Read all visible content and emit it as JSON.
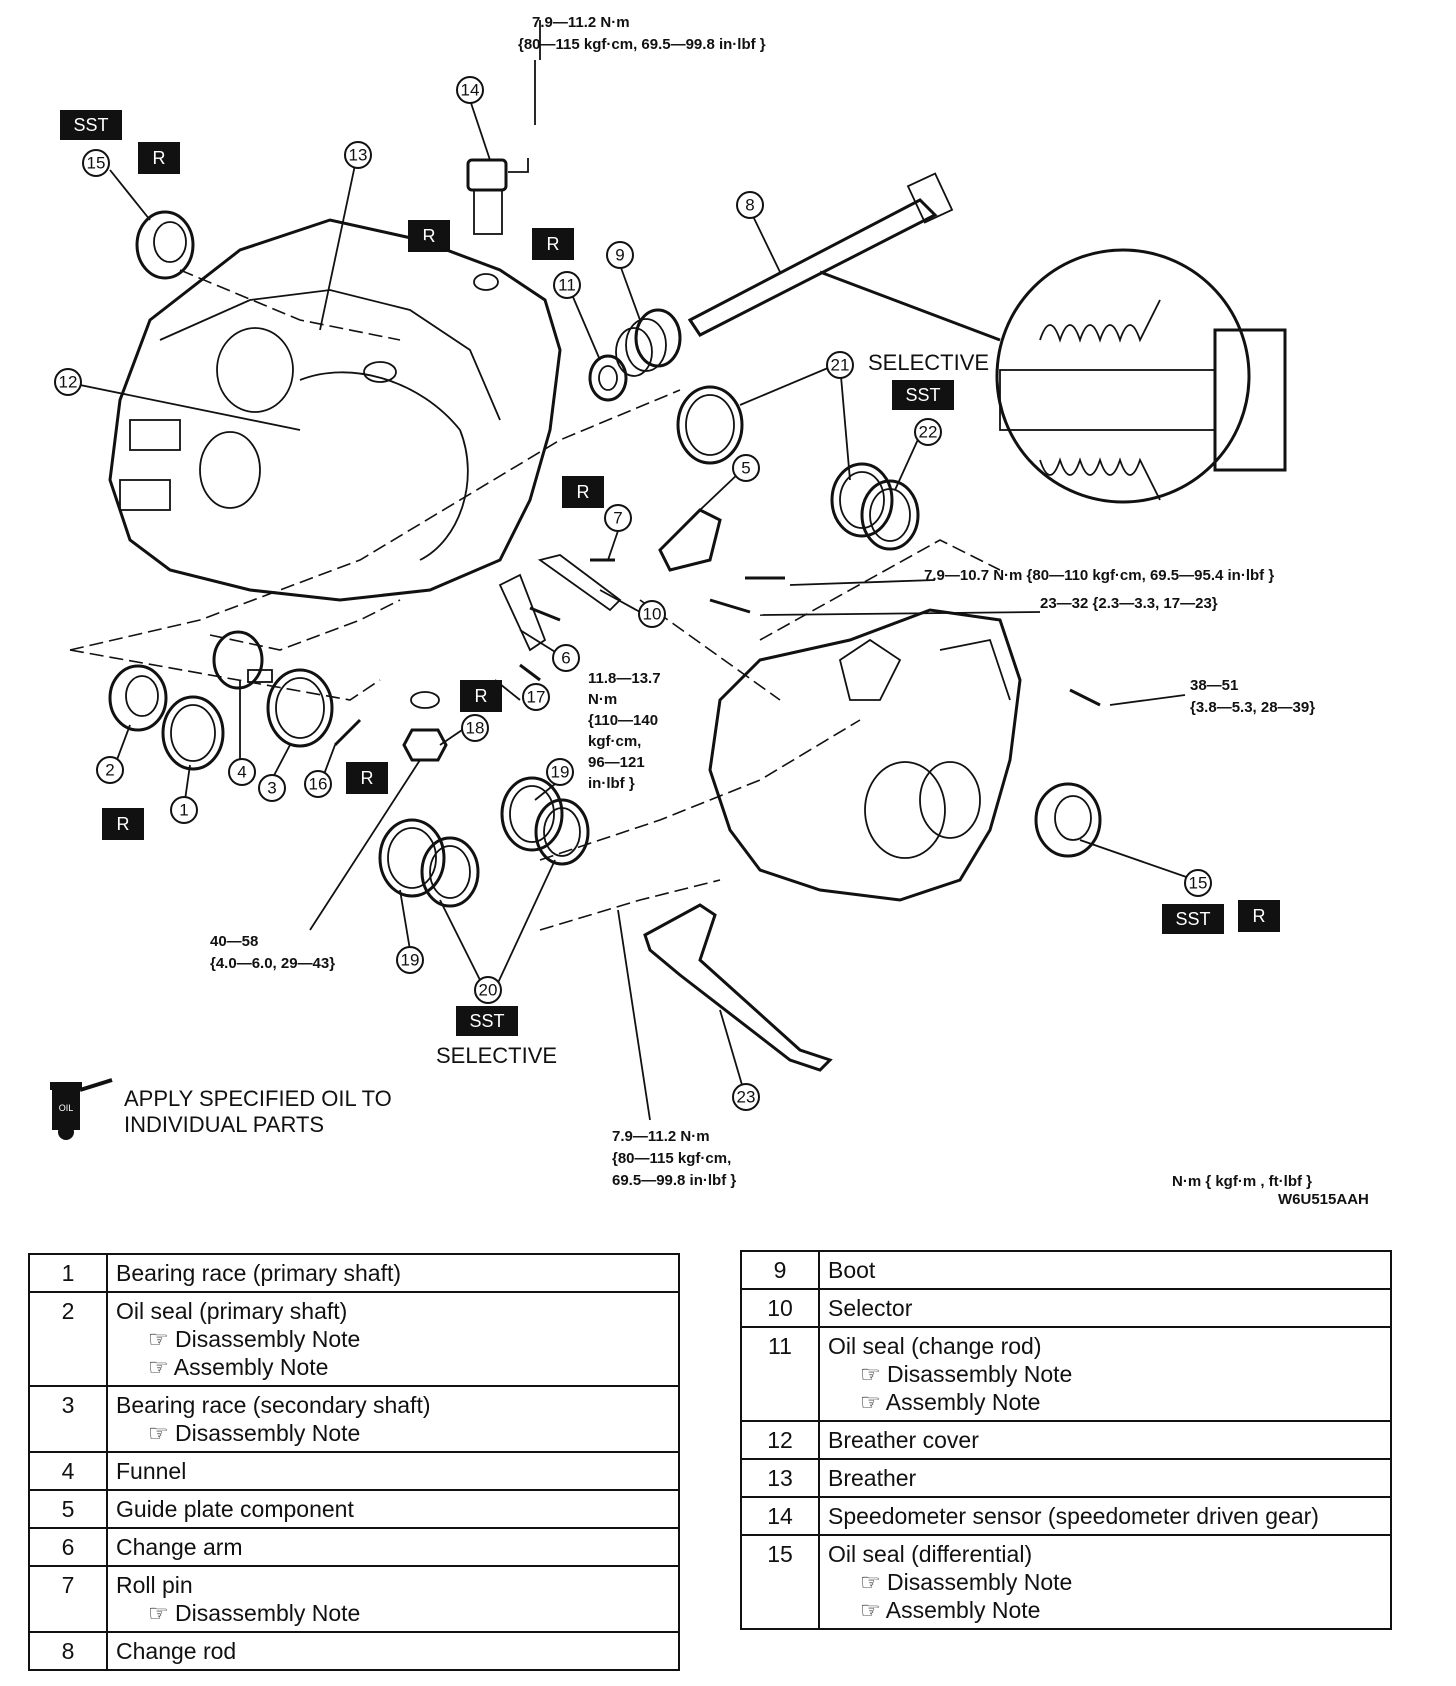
{
  "torques": {
    "top": [
      "7.9—11.2 N·m",
      "{80—115 kgf·cm, 69.5—99.8 in·lbf }"
    ],
    "guide_plate": "7.9—10.7 N·m {80—110 kgf·cm, 69.5—95.4 in·lbf }",
    "mid": "23—32 {2.3—3.3, 17—23}",
    "right": [
      "38—51",
      "{3.8—5.3, 28—39}"
    ],
    "change_arm": [
      "11.8—13.7",
      "N·m",
      "{110—140",
      "kgf·cm,",
      "96—121",
      "in·lbf }"
    ],
    "plug": [
      "40—58",
      "{4.0—6.0, 29—43}"
    ],
    "bottom": [
      "7.9—11.2 N·m",
      "{80—115 kgf·cm,",
      "69.5—99.8 in·lbf }"
    ]
  },
  "labels": {
    "selective_top": "SELECTIVE",
    "selective_bottom": "SELECTIVE",
    "sst": "SST",
    "r": "R",
    "oil_note": [
      "APPLY SPECIFIED OIL TO",
      "INDIVIDUAL PARTS"
    ],
    "oil_icon_text": "OIL",
    "units": "N·m { kgf·m , ft·lbf }",
    "figure_code": "W6U515AAH"
  },
  "callouts": [
    "1",
    "2",
    "3",
    "4",
    "5",
    "6",
    "7",
    "8",
    "9",
    "10",
    "11",
    "12",
    "13",
    "14",
    "15",
    "16",
    "17",
    "18",
    "19",
    "20",
    "21",
    "22",
    "23"
  ],
  "parts_left": [
    {
      "no": "1",
      "name": "Bearing race (primary shaft)",
      "notes": []
    },
    {
      "no": "2",
      "name": "Oil seal (primary shaft)",
      "notes": [
        "Disassembly Note",
        "Assembly Note"
      ]
    },
    {
      "no": "3",
      "name": "Bearing race (secondary shaft)",
      "notes": [
        "Disassembly Note"
      ]
    },
    {
      "no": "4",
      "name": "Funnel",
      "notes": []
    },
    {
      "no": "5",
      "name": "Guide plate component",
      "notes": []
    },
    {
      "no": "6",
      "name": "Change arm",
      "notes": []
    },
    {
      "no": "7",
      "name": "Roll pin",
      "notes": [
        "Disassembly Note"
      ]
    },
    {
      "no": "8",
      "name": "Change rod",
      "notes": []
    }
  ],
  "parts_right": [
    {
      "no": "9",
      "name": "Boot",
      "notes": []
    },
    {
      "no": "10",
      "name": "Selector",
      "notes": []
    },
    {
      "no": "11",
      "name": "Oil seal (change rod)",
      "notes": [
        "Disassembly Note",
        "Assembly Note"
      ]
    },
    {
      "no": "12",
      "name": "Breather cover",
      "notes": []
    },
    {
      "no": "13",
      "name": "Breather",
      "notes": []
    },
    {
      "no": "14",
      "name": "Speedometer sensor (speedometer driven gear)",
      "notes": []
    },
    {
      "no": "15",
      "name": "Oil seal (differential)",
      "notes": [
        "Disassembly Note",
        "Assembly Note"
      ]
    }
  ]
}
